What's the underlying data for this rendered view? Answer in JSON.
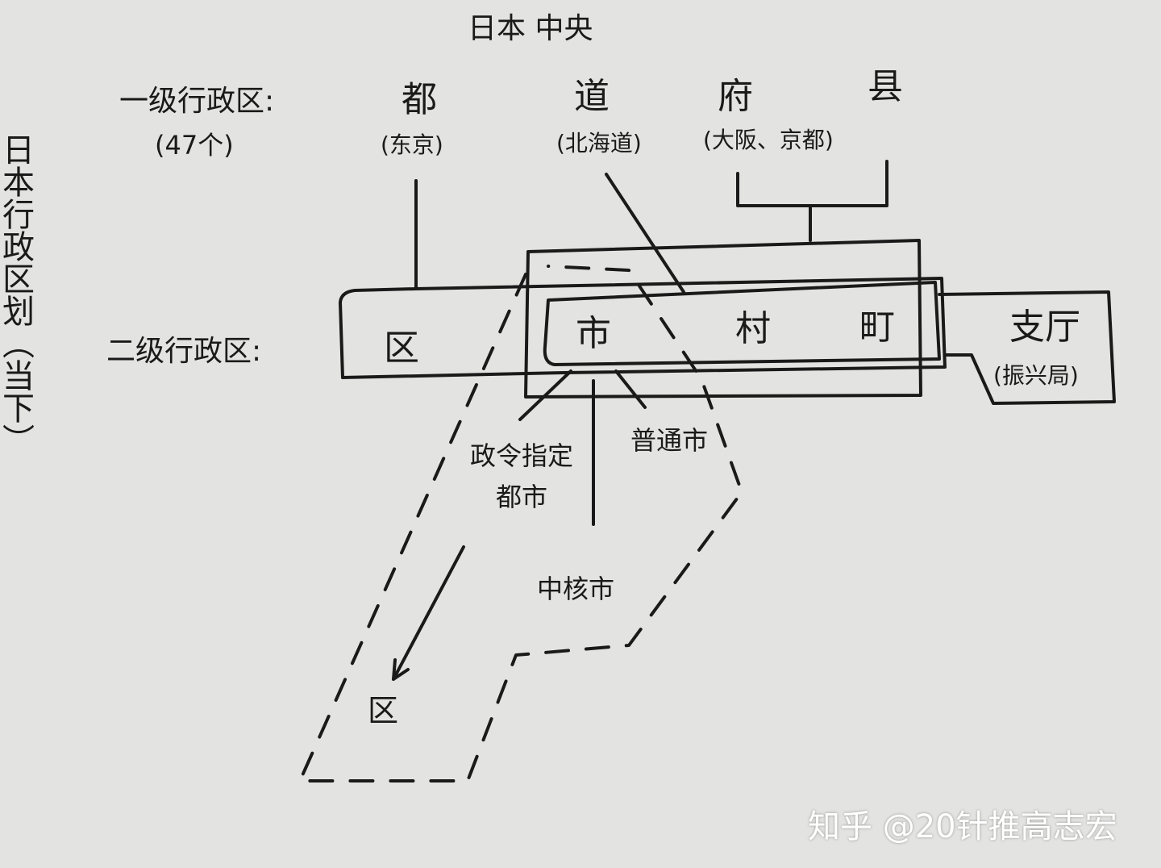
{
  "title": "日本 中央",
  "side_title": "日本行政区划（当下）",
  "level1": {
    "label": "一级行政区:",
    "count": "(47个)",
    "items": [
      {
        "name": "都",
        "note": "(东京)"
      },
      {
        "name": "道",
        "note": "(北海道)"
      },
      {
        "name": "府",
        "note": "(大阪、京都)"
      },
      {
        "name": "县",
        "note": ""
      }
    ]
  },
  "level2": {
    "label": "二级行政区:",
    "items": [
      "区",
      "市",
      "村",
      "町"
    ],
    "shichou": {
      "name": "支厅",
      "note": "(振兴局)"
    }
  },
  "city_types": [
    "政令指定都市",
    "普通市",
    "中核市"
  ],
  "sub_ward": "区",
  "watermark": "知乎 @20针推高志宏"
}
